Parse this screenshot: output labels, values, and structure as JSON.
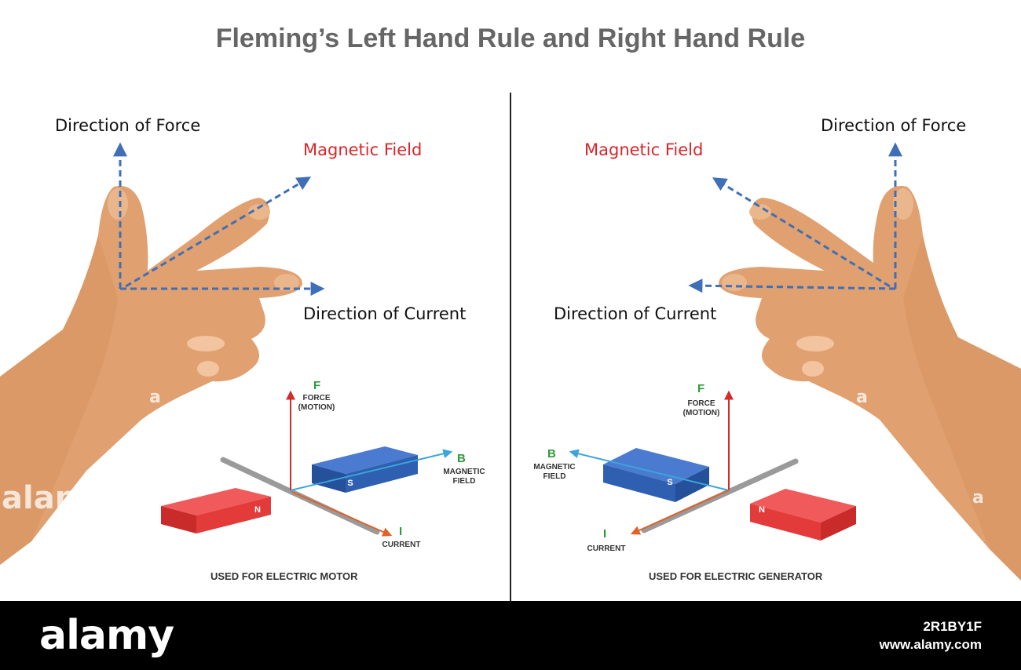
{
  "title": "Fleming’s Left Hand Rule and Right Hand Rule",
  "colors": {
    "title": "#666666",
    "magnetic_field_label": "#d8262b",
    "arrow_dashed": "#3f6fb6",
    "skin": "#e0a070",
    "magnet_north": "#e33a3a",
    "magnet_south": "#2f5fb0",
    "field_arrow": "#3aa5dc",
    "force_arrow": "#d42a2a",
    "current_arrow": "#e0622a",
    "letter": "#2e9a3a"
  },
  "left_panel": {
    "label_force": "Direction of Force",
    "label_field": "Magnetic Field",
    "label_current": "Direction of Current",
    "force_letter": "F",
    "force_text": "FORCE\n(MOTION)",
    "field_letter": "B",
    "field_text": "MAGNETIC\nFIELD",
    "current_letter": "I",
    "current_text": "CURRENT",
    "north": "N",
    "south": "S",
    "caption": "USED FOR ELECTRIC MOTOR"
  },
  "right_panel": {
    "label_force": "Direction of Force",
    "label_field": "Magnetic Field",
    "label_current": "Direction of Current",
    "force_letter": "F",
    "force_text": "FORCE\n(MOTION)",
    "field_letter": "B",
    "field_text": "MAGNETIC\nFIELD",
    "current_letter": "I",
    "current_text": "CURRENT",
    "north": "N",
    "south": "S",
    "caption": "USED FOR ELECTRIC GENERATOR"
  },
  "watermark": {
    "text": "alamy",
    "small": "a"
  },
  "footer": {
    "brand": "alamy",
    "image_id": "2R1BY1F",
    "url": "www.alamy.com"
  }
}
